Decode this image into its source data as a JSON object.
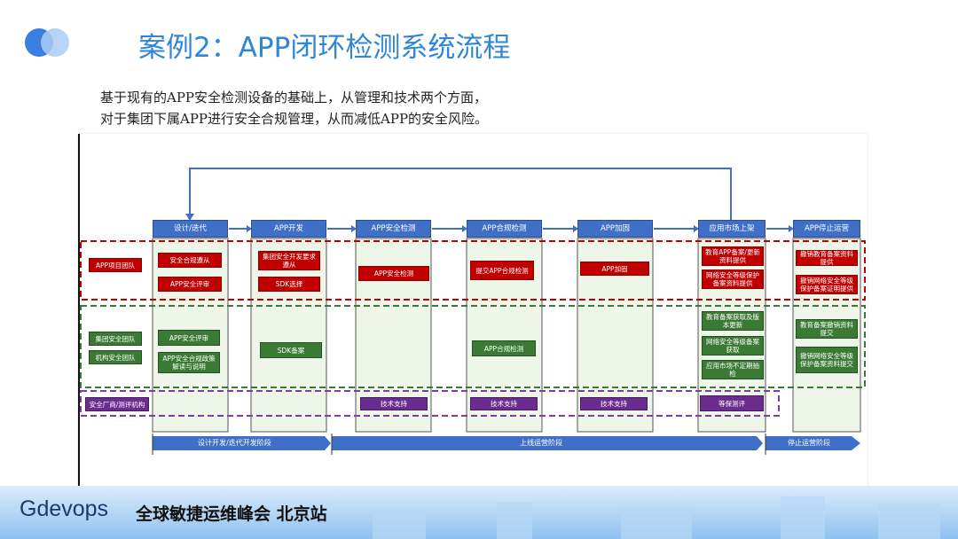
{
  "title": "案例2：APP闭环检测系统流程",
  "intro": {
    "line1": "基于现有的APP安全检测设备的基础上，从管理和技术两个方面，",
    "line2": "对于集团下属APP进行安全合规管理，从而减低APP的安全风险。"
  },
  "diagram": {
    "headers": [
      "设计/迭代",
      "APP开发",
      "APP安全检测",
      "APP合规检测",
      "APP加固",
      "应用市场上架",
      "APP停止运营"
    ],
    "roles": {
      "app_team": "APP项目团队",
      "group_security": "集团安全团队",
      "org_security": "机构安全团队",
      "vendor": "安全厂商/测评机构"
    },
    "red": {
      "c1a": "安全合规遵从",
      "c1b": "APP安全评审",
      "c2a": "集团安全开发要求遵从",
      "c2b": "SDK选择",
      "c3": "APP安全检测",
      "c4": "提交APP合规检测",
      "c5": "APP加固",
      "c6a": "教育APP备案/更新资料提供",
      "c6b": "网络安全等级保护备案资料提供",
      "c7a": "撤销教育备案资料提供",
      "c7b": "撤销网络安全等级保护备案证明提供"
    },
    "green": {
      "c1a": "APP安全评审",
      "c1b": "APP安全合规政策解读与说明",
      "c2": "SDK备案",
      "c4": "APP合规检测",
      "c6a": "教育备案获取及版本更新",
      "c6b": "网络安全等级备案获取",
      "c6c": "应用市场不定期抽检",
      "c7a": "教育备案撤销资料提交",
      "c7b": "撤销网络安全等级保护备案资料提交"
    },
    "purple": {
      "c3": "技术支持",
      "c4": "技术支持",
      "c5": "技术支持",
      "c6": "等保测评"
    },
    "stages": {
      "s1": "设计开发/迭代开发阶段",
      "s2": "上线运营阶段",
      "s3": "停止运营阶段"
    }
  },
  "footer": {
    "brand": "Gdevops",
    "event": "全球敏捷运维峰会 北京站"
  },
  "colors": {
    "title": "#2f86d8",
    "header": "#3f6fc7",
    "red": "#c00000",
    "green": "#3a7a34",
    "purple": "#6b2c8f"
  }
}
